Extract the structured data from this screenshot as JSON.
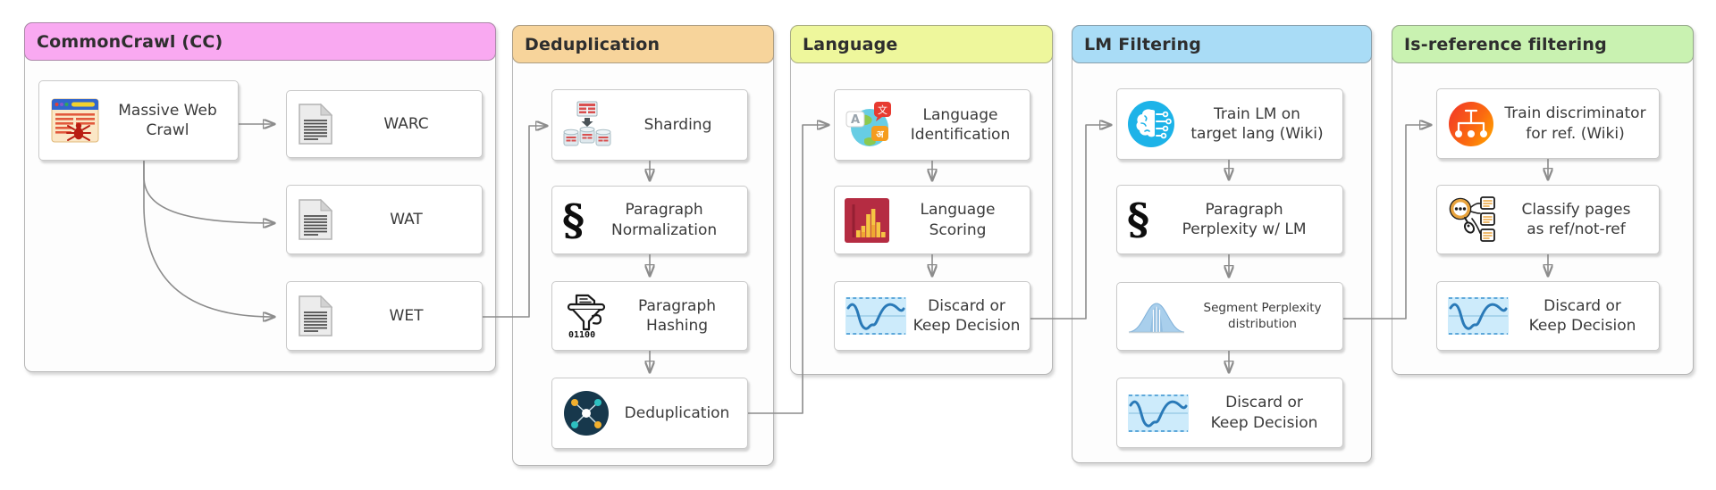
{
  "colors": {
    "edge": "#8c8c8c",
    "node_border": "#c9c9c9",
    "group_border": "#b6b6b6",
    "cc_header": "#f9a9f1",
    "dedup_header": "#f7d49b",
    "language_header": "#eef79c",
    "lm_header": "#a9dcf6",
    "isref_header": "#c9f2b1"
  },
  "groups": [
    {
      "title": "CommonCrawl (CC)",
      "header_color": "#f9a9f1",
      "nodes": [
        {
          "label": "Massive Web\nCrawl",
          "icon": "web-crawler"
        },
        {
          "label": "WARC",
          "icon": "document"
        },
        {
          "label": "WAT",
          "icon": "document"
        },
        {
          "label": "WET",
          "icon": "document"
        }
      ]
    },
    {
      "title": "Deduplication",
      "header_color": "#f7d49b",
      "nodes": [
        {
          "label": "Sharding",
          "icon": "sharding-databases"
        },
        {
          "label": "Paragraph\nNormalization",
          "icon": "section-sign"
        },
        {
          "label": "Paragraph\nHashing",
          "icon": "funnel-hash"
        },
        {
          "label": "Deduplication",
          "icon": "network-nodes"
        }
      ]
    },
    {
      "title": "Language",
      "header_color": "#eef79c",
      "nodes": [
        {
          "label": "Language\nIdentification",
          "icon": "globe-translate"
        },
        {
          "label": "Language\nScoring",
          "icon": "histogram"
        },
        {
          "label": "Discard or\nKeep Decision",
          "icon": "threshold-wave"
        }
      ]
    },
    {
      "title": "LM Filtering",
      "header_color": "#a9dcf6",
      "nodes": [
        {
          "label": "Train LM on\ntarget lang (Wiki)",
          "icon": "brain-circuit"
        },
        {
          "label": "Paragraph\nPerplexity w/ LM",
          "icon": "section-sign"
        },
        {
          "label": "Segment Perplexity\ndistribution",
          "icon": "bell-distribution"
        },
        {
          "label": "Discard or\nKeep Decision",
          "icon": "threshold-wave"
        }
      ]
    },
    {
      "title": "Is-reference filtering",
      "header_color": "#c9f2b1",
      "nodes": [
        {
          "label": "Train discriminator\nfor ref. (Wiki)",
          "icon": "discriminator-tree"
        },
        {
          "label": "Classify pages\nas ref/not-ref",
          "icon": "classify-search"
        },
        {
          "label": "Discard or\nKeep Decision",
          "icon": "threshold-wave"
        }
      ]
    }
  ]
}
